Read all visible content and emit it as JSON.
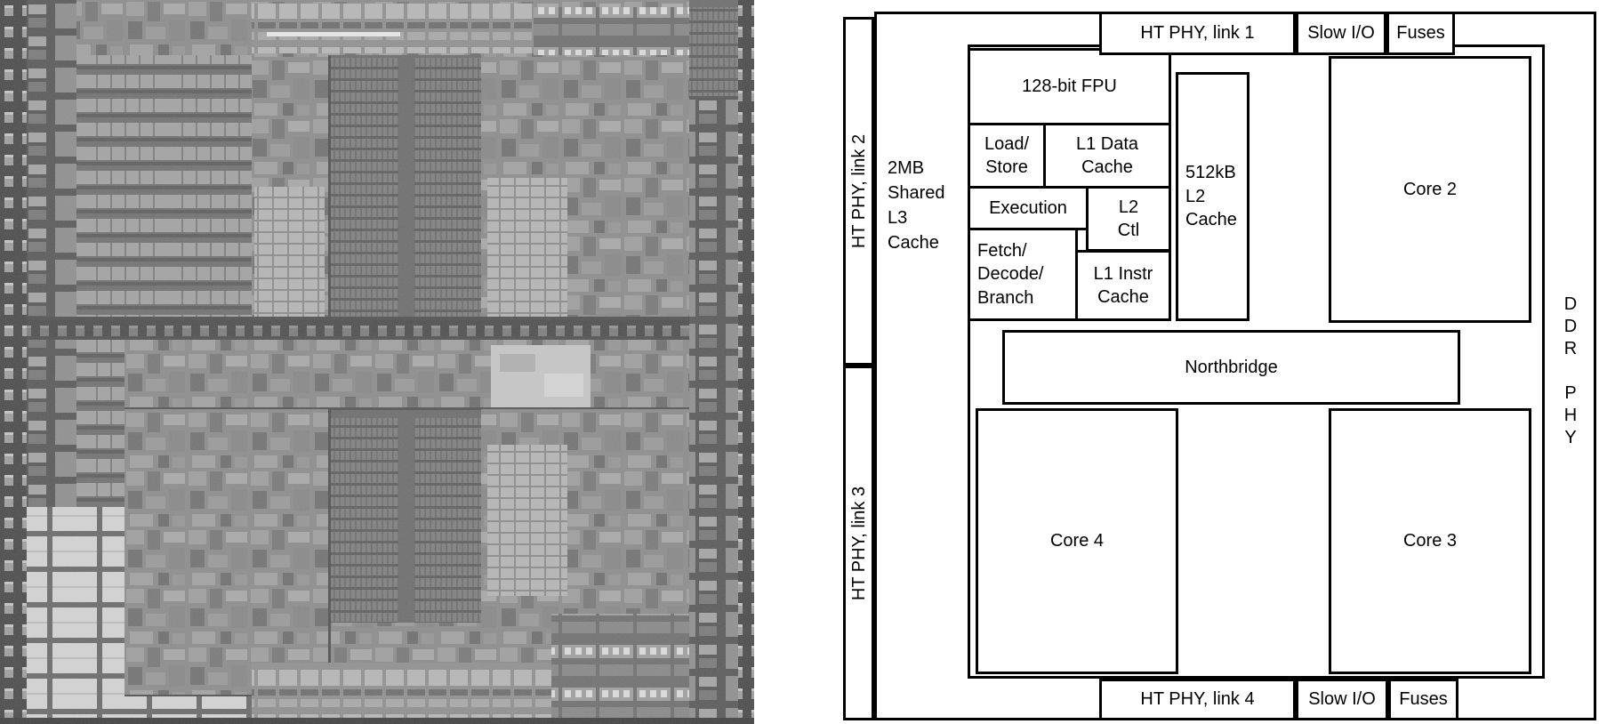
{
  "diagram": {
    "colors": {
      "stroke": "#000000",
      "background": "#ffffff"
    },
    "left_strips": [
      {
        "label": "HT PHY, link 2"
      },
      {
        "label": "HT PHY, link 3"
      }
    ],
    "top_row": [
      {
        "label": "HT PHY, link 1"
      },
      {
        "label": "Slow I/O"
      },
      {
        "label": "Fuses"
      }
    ],
    "bottom_row": [
      {
        "label": "HT PHY, link 4"
      },
      {
        "label": "Slow I/O"
      },
      {
        "label": "Fuses"
      }
    ],
    "right_strip": {
      "label": "D\nD\nR\n\nP\nH\nY"
    },
    "l3_label": "2MB\nShared\nL3\nCache",
    "blocks": {
      "fpu": "128-bit FPU",
      "load_store": "Load/\nStore",
      "l1_data": "L1 Data\nCache",
      "execution": "Execution",
      "l2_ctl": "L2\nCtl",
      "fetch": "Fetch/\nDecode/\nBranch",
      "l1_instr": "L1 Instr\nCache",
      "l2_cache": "512kB\nL2\nCache",
      "core2": "Core 2",
      "northbridge": "Northbridge",
      "core4": "Core 4",
      "core3": "Core 3"
    }
  }
}
